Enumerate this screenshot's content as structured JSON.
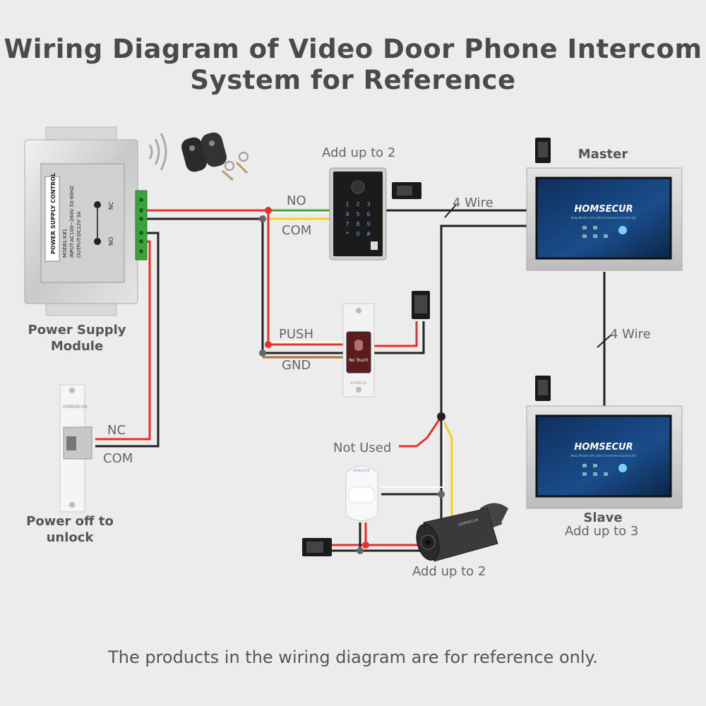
{
  "title": {
    "line1": "Wiring Diagram of Video Door Phone Intercom",
    "line2": "System for Reference"
  },
  "power_supply": {
    "label_line1": "Power Supply",
    "label_line2": "Module",
    "panel_text": [
      "POWER SUPPLY CONTROL",
      "MODEL:K81",
      "INPUT:AC100~260V 50-60HZ",
      "OUTPUT:DC12V 3A"
    ],
    "term_nc": "NC",
    "term_no": "NO"
  },
  "lock": {
    "brand": "HOMSECUR",
    "label_line1": "Power off to",
    "label_line2": "unlock",
    "wire_nc": "NC",
    "wire_com": "COM"
  },
  "door_station": {
    "label": "Add up to 2",
    "wire_no": "NO",
    "wire_com": "COM",
    "keys": [
      "1",
      "2",
      "3",
      "4",
      "5",
      "6",
      "7",
      "8",
      "9",
      "*",
      "0",
      "#"
    ]
  },
  "exit_button": {
    "wire_push": "PUSH",
    "wire_gnd": "GND",
    "button_text": "No Touch",
    "brand": "HOMSECUR"
  },
  "master": {
    "label": "Master",
    "brand": "HOMSECUR",
    "tagline": "Keep Modern life with Convenience & Security"
  },
  "slave": {
    "label": "Slave",
    "sublabel": "Add up to 3",
    "brand": "HOMSECUR",
    "tagline": "Keep Modern life with Convenience & Security"
  },
  "links": {
    "wire_top": "4 Wire",
    "wire_vertical": "4 Wire"
  },
  "camera": {
    "label": "Add up to 2",
    "brand": "HOMSECUR"
  },
  "pir": {
    "brand": "HOMSECUR"
  },
  "not_used": "Not Used",
  "footer": "The products in the wiring diagram are for reference only.",
  "colors": {
    "wire_red": "#e8302a",
    "wire_black": "#222222",
    "wire_green": "#3aa33a",
    "wire_yellow": "#f2d21a",
    "wire_brown": "#a9743a",
    "wire_white": "#ffffff",
    "screen_blue": "#1a4d8c"
  },
  "icons": [
    "wifi-signal-icon",
    "remote-key-fob-icon",
    "power-adapter-icon"
  ]
}
